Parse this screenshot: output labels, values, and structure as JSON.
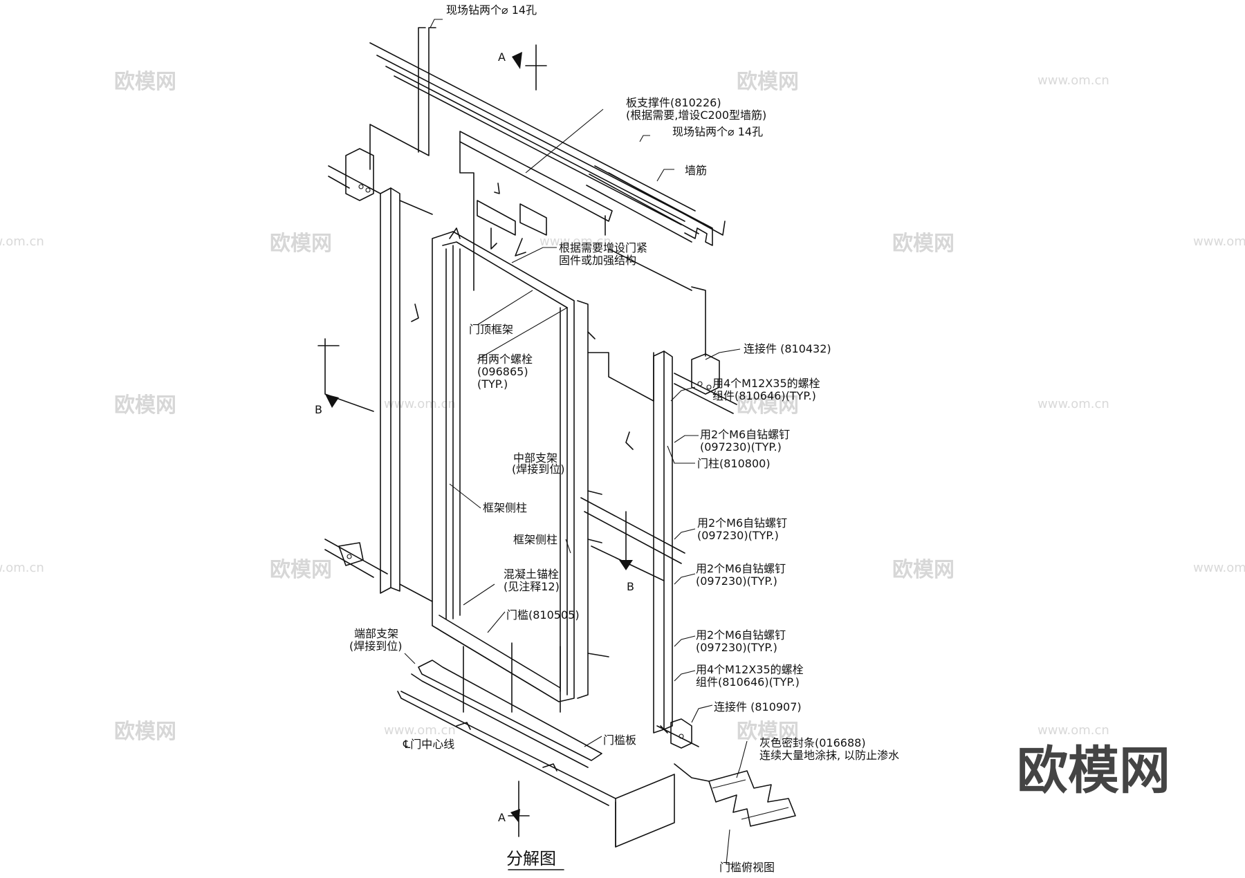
{
  "labels": {
    "drill_top": "现场钻两个⌀ 14孔",
    "plate_brace_1": "板支撑件(810226)",
    "plate_brace_2": "(根据需要,增设C200型墙筋)",
    "drill_right": "现场钻两个⌀ 14孔",
    "wall_stud": "墙筋",
    "add_door_1": "根据需要增设门紧",
    "add_door_2": "固件或加强结构",
    "door_top_frame": "门顶框架",
    "two_bolts_1": "用两个螺栓",
    "two_bolts_2": "(096865)",
    "two_bolts_3": "(TYP.)",
    "connector_1": "连接件 (810432)",
    "m12_top_1": "用4个M12X35的螺栓",
    "m12_top_2": "组件(810646)(TYP.)",
    "m6_1a": "用2个M6自钻螺钉",
    "m6_1b": "(097230)(TYP.)",
    "door_post": "门柱(810800)",
    "middle_bracket_1": "中部支架",
    "middle_bracket_2": "(焊接到位)",
    "frame_side_post_1": "框架侧柱",
    "m6_2a": "用2个M6自钻螺钉",
    "m6_2b": "(097230)(TYP.)",
    "frame_side_post_2": "框架侧柱",
    "m6_3a": "用2个M6自钻螺钉",
    "m6_3b": "(097230)(TYP.)",
    "concrete_anchor_1": "混凝土锚栓",
    "concrete_anchor_2": "(见注释12)",
    "threshold_code": "门槛(810505)",
    "end_bracket_1": "端部支架",
    "end_bracket_2": "(焊接到位)",
    "m6_4a": "用2个M6自钻螺钉",
    "m6_4b": "(097230)(TYP.)",
    "m12_bottom_1": "用4个M12X35的螺栓",
    "m12_bottom_2": "组件(810646)(TYP.)",
    "connector_2": "连接件 (810907)",
    "seal_1": "灰色密封条(016688)",
    "seal_2": "连续大量地涂抹, 以防止渗水",
    "threshold_plate": "门槛板",
    "door_centerline": "℄门中心线",
    "threshold_topview": "门槛俯视图",
    "section_a_top": "A",
    "section_a_bottom": "A",
    "section_b_left": "B",
    "section_b_right": "B",
    "title": "分解图"
  },
  "watermark": {
    "brand": "欧模网",
    "url": "www.om.cn",
    "corner_logo": "欧模网"
  },
  "colors": {
    "line": "#111111",
    "watermark": "#d7d7d7"
  }
}
